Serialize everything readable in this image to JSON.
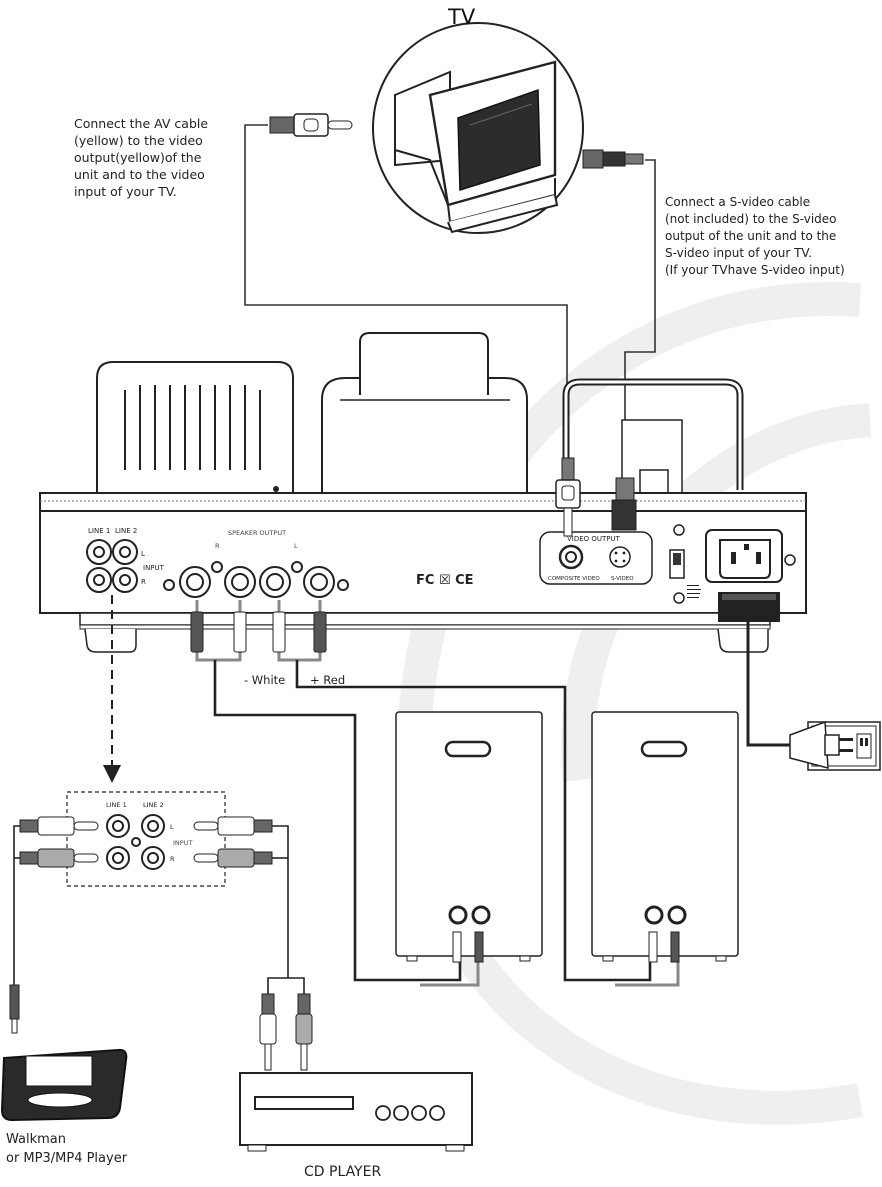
{
  "tv": {
    "title": "TV"
  },
  "notes": {
    "av_cable": [
      "Connect the AV  cable",
      "(yellow) to the video",
      "output(yellow)of the",
      "unit and to the video",
      "input of your TV."
    ],
    "svideo_cable": [
      "Connect a S-video   cable",
      "(not included) to  the S-video",
      "output of the unit and to  the",
      "S-video input of your TV.",
      "(If your TVhave S-video input)"
    ]
  },
  "amp_panel": {
    "line1": "LINE 1",
    "line2": "LINE 2",
    "l": "L",
    "r": "R",
    "input": "INPUT",
    "speaker_output": "SPEAKER OUTPUT",
    "ch_r": "R",
    "ch_l": "L",
    "video_output": "VIDEO OUTPUT",
    "composite_video": "COMPOSITE VIDEO",
    "s_video": "S-VIDEO",
    "cert": "FC ☒ CE"
  },
  "wire_labels": {
    "white": "- White",
    "red": "+ Red"
  },
  "input_detail": {
    "line1": "LINE 1",
    "line2": "LINE 2",
    "l": "L",
    "r": "R",
    "input": "INPUT"
  },
  "devices": {
    "walkman": [
      "Walkman",
      "or MP3/MP4 Player"
    ],
    "cd_player": "CD PLAYER"
  }
}
